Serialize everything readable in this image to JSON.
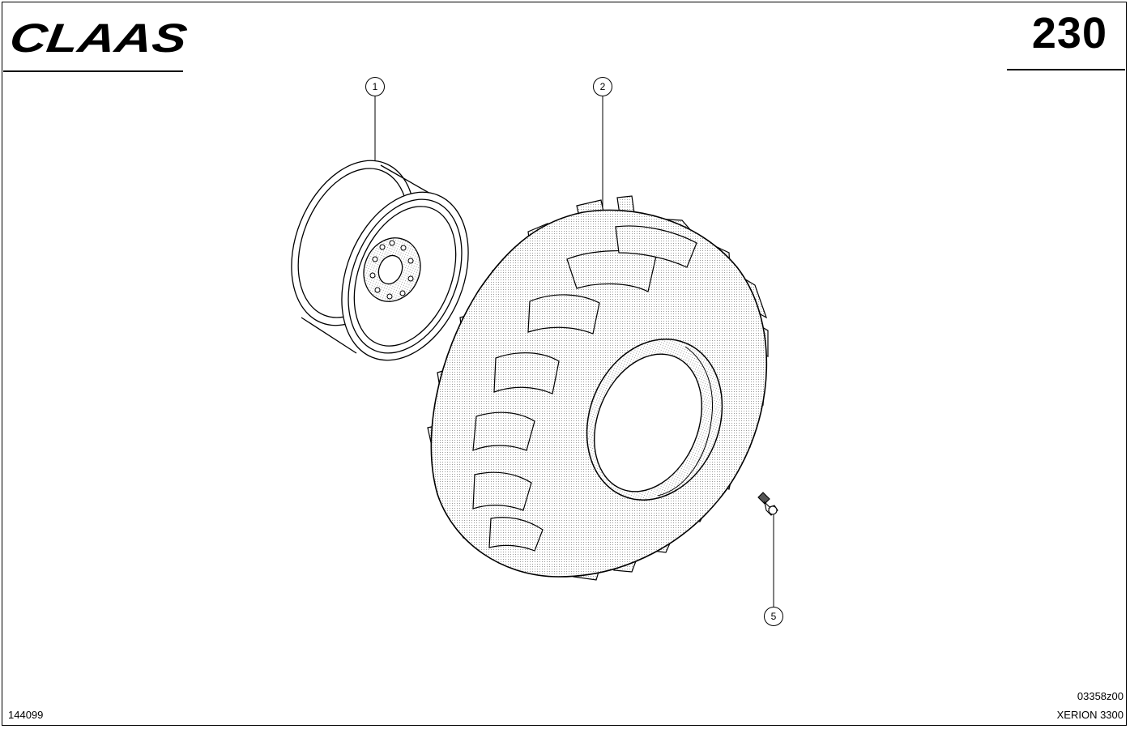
{
  "header": {
    "brand": "CLAAS",
    "page_number": "230"
  },
  "footer": {
    "document_number": "144099",
    "drawing_number": "03358z00",
    "model_name": "XERION 3300"
  },
  "callouts": [
    {
      "number": "1",
      "part": "wheel-rim"
    },
    {
      "number": "2",
      "part": "tire"
    },
    {
      "number": "5",
      "part": "valve"
    }
  ]
}
